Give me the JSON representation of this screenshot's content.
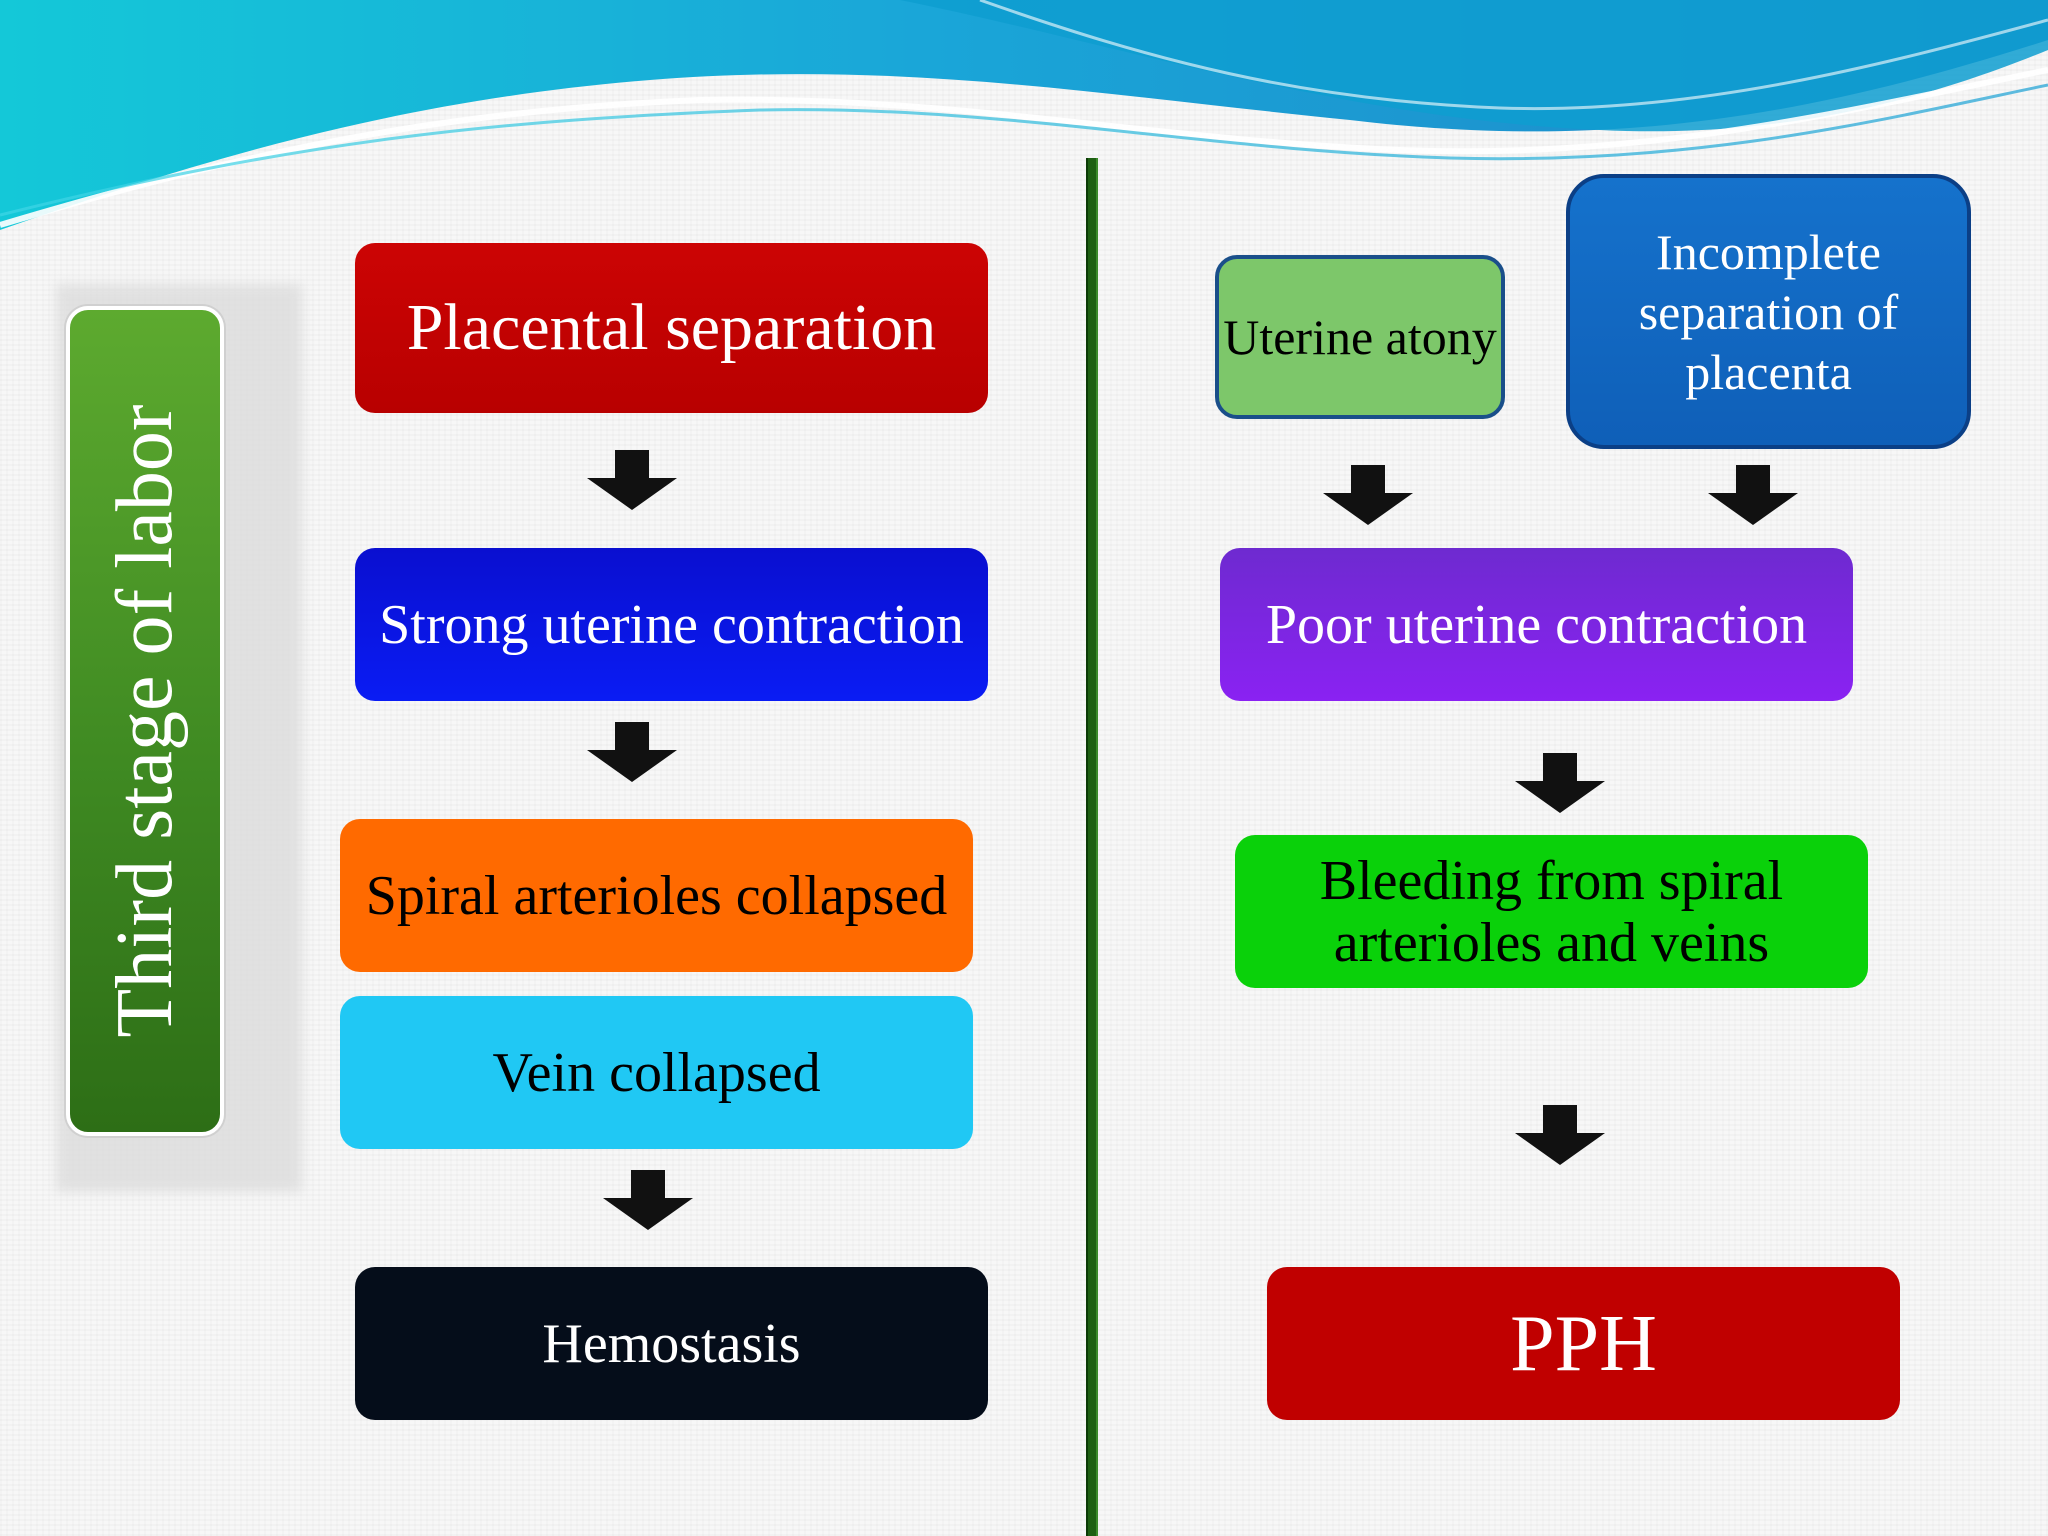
{
  "sidebar": {
    "label": "Third stage of labor"
  },
  "left_column": {
    "placental_separation": "Placental separation",
    "strong_contraction": "Strong uterine contraction",
    "spiral_collapsed": "Spiral arterioles collapsed",
    "vein_collapsed": "Vein collapsed",
    "hemostasis": "Hemostasis"
  },
  "right_column": {
    "uterine_atony": "Uterine atony",
    "incomplete_separation": "Incomplete separation of placenta",
    "poor_contraction": "Poor uterine contraction",
    "bleeding": "Bleeding from spiral arterioles and veins",
    "pph": "PPH"
  },
  "colors": {
    "red": "#c00000",
    "blue": "#0a14e0",
    "orange": "#ff6a00",
    "cyan": "#20c8f4",
    "black": "#050d1a",
    "light_green": "#7dc76a",
    "steel_blue": "#1266c4",
    "purple": "#7a22d8",
    "green": "#0ad10a",
    "divider_green": "#1d5f12"
  }
}
